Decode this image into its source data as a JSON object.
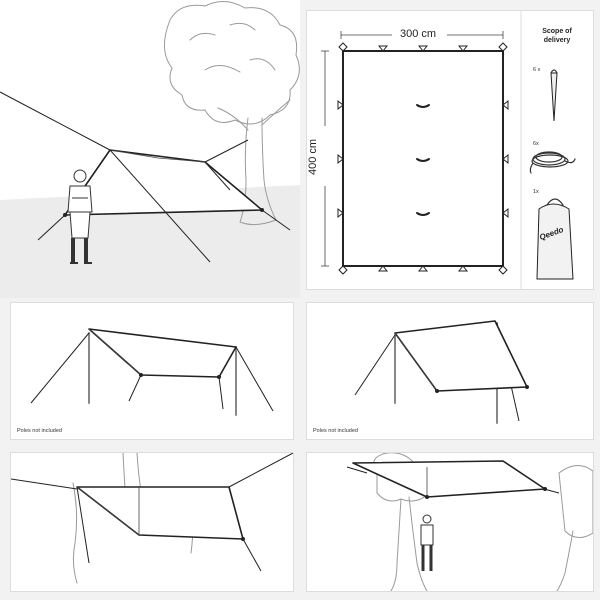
{
  "panels": {
    "scene_top_left": {},
    "diagram": {
      "width_label": "300 cm",
      "height_label": "400 cm"
    },
    "scope": {
      "title": "Scope of delivery",
      "items": [
        {
          "qty": "6 x",
          "icon": "tent-peg-icon"
        },
        {
          "qty": "6x",
          "icon": "rope-icon"
        },
        {
          "qty": "1x",
          "icon": "storage-bag-icon"
        }
      ],
      "brand": "Qeedo"
    },
    "mid_left": {
      "note": "Poles not included"
    },
    "mid_right": {
      "note": "Poles not included"
    }
  }
}
